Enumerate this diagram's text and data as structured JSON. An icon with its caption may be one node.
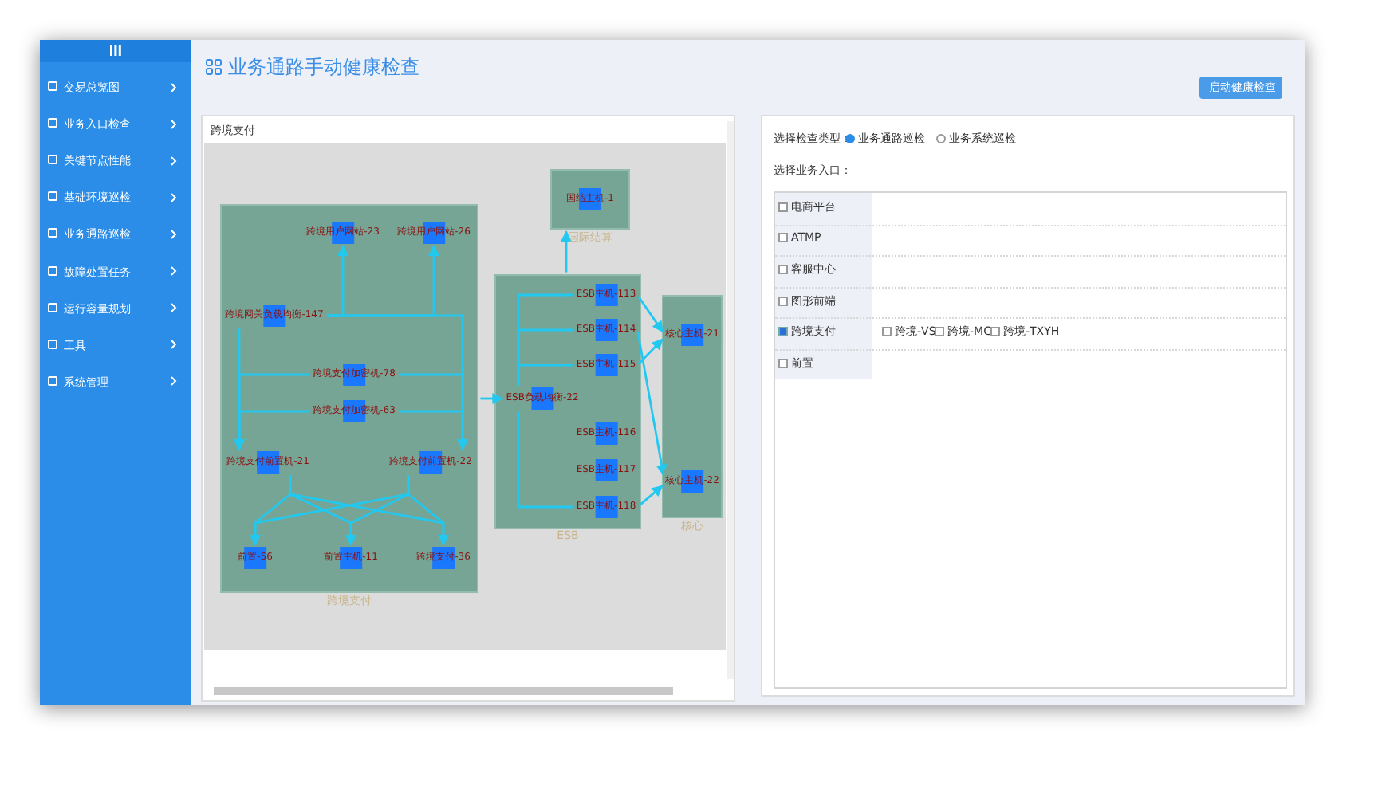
{
  "diagram": {
    "title": "业务通路手动健康检查",
    "nodes": [
      {
        "text": [
          "跨境支付"
        ]
      },
      {
        "text": [
          "跨境用户网站-23"
        ],
        "in": 0
      },
      {
        "text": [
          "跨境用户网站-26"
        ],
        "in": 0
      },
      {
        "text": [
          "跨境网关负载均衡-147"
        ],
        "in": 0
      },
      {
        "text": [
          "跨境支付加密机-78"
        ],
        "in": 0
      },
      {
        "text": [
          "跨境支付加密机-63"
        ],
        "in": 0
      },
      {
        "text": [
          "跨境支付前置机-21"
        ],
        "in": 0
      },
      {
        "text": [
          "跨境支付前置机-22"
        ],
        "in": 0
      },
      {
        "text": [
          "前置-56"
        ],
        "in": 0
      },
      {
        "text": [
          "前置主机-11"
        ],
        "in": 0
      },
      {
        "text": [
          "跨境支付-36"
        ],
        "in": 0
      },
      {
        "text": [
          "国际结算"
        ]
      },
      {
        "text": [
          "国结主机-1"
        ],
        "in": 11
      },
      {
        "text": [
          "ESB"
        ]
      },
      {
        "text": [
          "ESB负载均衡-22"
        ],
        "in": 13
      },
      {
        "text": [
          "ESB主机-113"
        ],
        "in": 13
      },
      {
        "text": [
          "ESB主机-114"
        ],
        "in": 13
      },
      {
        "text": [
          "ESB主机-115"
        ],
        "in": 13
      },
      {
        "text": [
          "ESB主机-116"
        ],
        "in": 13
      },
      {
        "text": [
          "ESB主机-117"
        ],
        "in": 13
      },
      {
        "text": [
          "ESB主机-118"
        ],
        "in": 13
      },
      {
        "text": [
          "核心"
        ]
      },
      {
        "text": [
          "核心主机-21"
        ],
        "in": 21
      },
      {
        "text": [
          "核心主机-22"
        ],
        "in": 21
      }
    ],
    "edges": [
      {
        "from": 3,
        "to": 1,
        "arrow": "to"
      },
      {
        "from": 3,
        "to": 2,
        "arrow": "to"
      },
      {
        "from": 3,
        "to": 6,
        "arrow": "to"
      },
      {
        "from": 3,
        "to": 7,
        "arrow": "to"
      },
      {
        "from": 4,
        "to": 6,
        "arrow": "to"
      },
      {
        "from": 4,
        "to": 7,
        "arrow": "to"
      },
      {
        "from": 5,
        "to": 6,
        "arrow": "to"
      },
      {
        "from": 5,
        "to": 7,
        "arrow": "to"
      },
      {
        "from": 6,
        "to": 8,
        "arrow": "to"
      },
      {
        "from": 6,
        "to": 9,
        "arrow": "to"
      },
      {
        "from": 6,
        "to": 10,
        "arrow": "to"
      },
      {
        "from": 7,
        "to": 8,
        "arrow": "to"
      },
      {
        "from": 7,
        "to": 9,
        "arrow": "to"
      },
      {
        "from": 7,
        "to": 10,
        "arrow": "to"
      },
      {
        "from": 0,
        "to": 14,
        "arrow": "to"
      },
      {
        "from": 14,
        "to": 15,
        "arrow": "none"
      },
      {
        "from": 14,
        "to": 16,
        "arrow": "none"
      },
      {
        "from": 14,
        "to": 17,
        "arrow": "none"
      },
      {
        "from": 14,
        "to": 20,
        "arrow": "none"
      },
      {
        "from": 13,
        "to": 11,
        "arrow": "to"
      },
      {
        "from": 15,
        "to": 22,
        "arrow": "to"
      },
      {
        "from": 17,
        "to": 22,
        "arrow": "to"
      },
      {
        "from": 16,
        "to": 23,
        "arrow": "to"
      },
      {
        "from": 20,
        "to": 23,
        "arrow": "to"
      }
    ],
    "labels": [
      "交易总览图",
      "业务入口检查",
      "关键节点性能",
      "基础环境巡检",
      "业务通路巡检",
      "故障处置任务",
      "运行容量规划",
      "工具",
      "系统管理",
      "启动健康检查",
      "跨境支付",
      "选择检查类型：",
      "业务通路巡检",
      "业务系统巡检",
      "选择业务入口：",
      "电商平台",
      "ATMP",
      "客服中心",
      "图形前端",
      "跨境支付",
      "跨境-VS",
      "跨境-MC",
      "跨境-TXYH",
      "前置"
    ]
  }
}
